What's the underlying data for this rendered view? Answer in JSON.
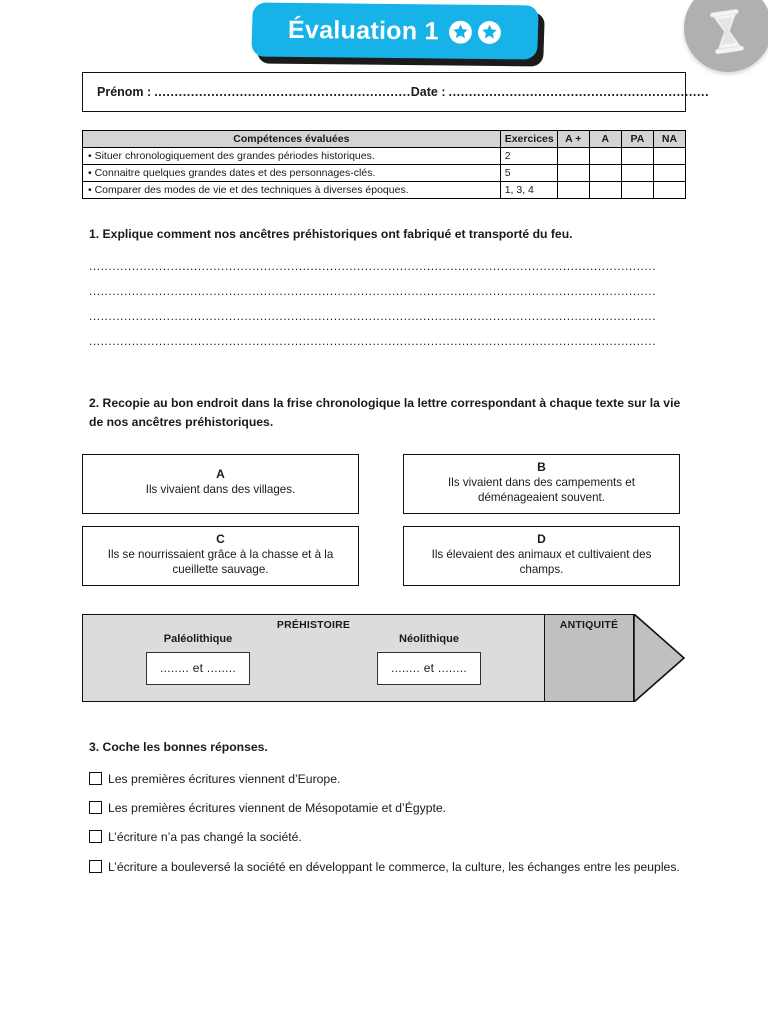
{
  "header": {
    "title": "Évaluation 1",
    "stars": 2,
    "star_icon": "star-in-circle-icon",
    "corner_icon": "hourglass-icon",
    "banner_color": "#16b2e8",
    "banner_text_color": "#ffffff",
    "corner_badge_color": "#b0b0b0"
  },
  "identity": {
    "prenom_label": "Prénom :",
    "prenom_value": "",
    "prenom_dots": "...............................................................",
    "date_label": "Date :",
    "date_value": "",
    "date_dots": "................................................................"
  },
  "skills_table": {
    "headers": [
      "Compétences évaluées",
      "Exercices",
      "A +",
      "A",
      "PA",
      "NA"
    ],
    "header_bg": "#d4d4d4",
    "rows": [
      {
        "skill": "• Situer chronologiquement des grandes périodes historiques.",
        "exercices": "2",
        "a_plus": "",
        "a": "",
        "pa": "",
        "na": ""
      },
      {
        "skill": "• Connaitre quelques grandes dates et des personnages-clés.",
        "exercices": "5",
        "a_plus": "",
        "a": "",
        "pa": "",
        "na": ""
      },
      {
        "skill": "• Comparer des modes de vie et des techniques à diverses époques.",
        "exercices": "1, 3, 4",
        "a_plus": "",
        "a": "",
        "pa": "",
        "na": ""
      }
    ]
  },
  "question1": {
    "prompt": "1. Explique comment nos ancêtres préhistoriques ont fabriqué et transporté du feu.",
    "answer_lines": [
      "..................................................................................................................................................",
      "..................................................................................................................................................",
      "..................................................................................................................................................",
      ".................................................................................................................................................."
    ]
  },
  "question2": {
    "prompt": "2. Recopie au bon endroit dans la frise chronologique la lettre correspondant à chaque texte sur la vie de nos ancêtres préhistoriques.",
    "boxes": [
      {
        "letter": "A",
        "text": "Ils vivaient dans des villages."
      },
      {
        "letter": "B",
        "text": "Ils vivaient dans des campements et déménageaient souvent."
      },
      {
        "letter": "C",
        "text": "Ils se nourrissaient grâce à la chasse et à la cueillette sauvage."
      },
      {
        "letter": "D",
        "text": "Ils élevaient des animaux et cultivaient des champs."
      }
    ],
    "frise": {
      "era_prehistoire": "PRÉHISTOIRE",
      "era_antiquite": "ANTIQUITÉ",
      "prehistoire_bg": "#dcdcdc",
      "antiquite_bg": "#c0c0c0",
      "periods": [
        {
          "label": "Paléolithique",
          "slot": "........ et ........"
        },
        {
          "label": "Néolithique",
          "slot": "........ et ........"
        }
      ]
    }
  },
  "question3": {
    "prompt": "3. Coche les bonnes réponses.",
    "options": [
      {
        "text": "Les premières écritures viennent d’Europe.",
        "checked": false
      },
      {
        "text": "Les premières écritures viennent de Mésopotamie et d’Égypte.",
        "checked": false
      },
      {
        "text": "L’écriture n’a pas changé la société.",
        "checked": false
      },
      {
        "text": "L’écriture a bouleversé la société en développant le commerce, la culture, les échanges entre les peuples.",
        "checked": false
      }
    ]
  }
}
